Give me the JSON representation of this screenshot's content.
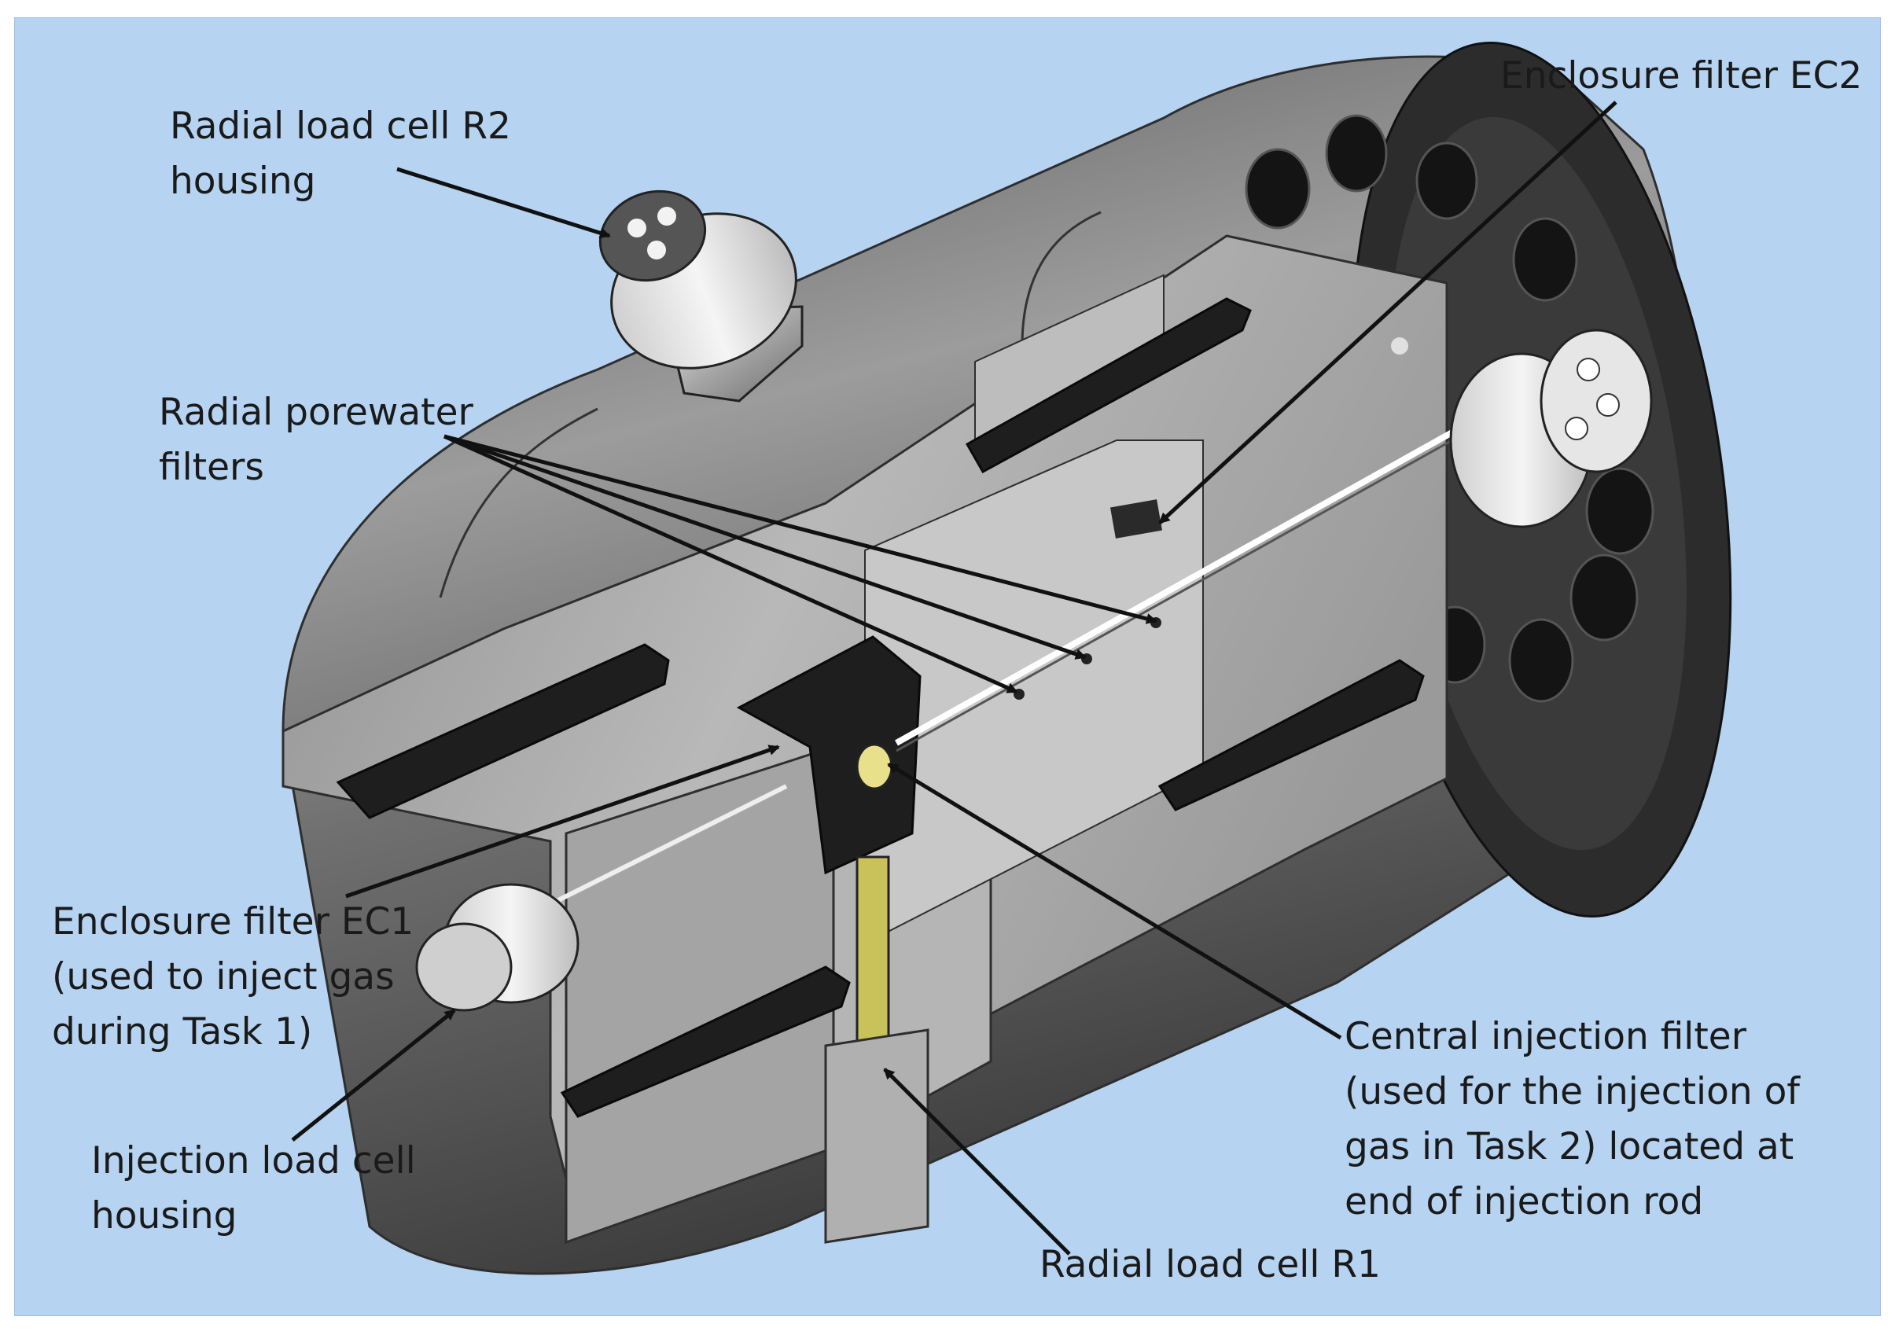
{
  "colors": {
    "background": "#b6d4f2",
    "steel_light": "#d9d9d9",
    "steel_mid": "#9a9a9a",
    "steel_dark": "#4a4a4a",
    "black_part": "#1f1f1f",
    "filter_yellow": "#c9c25a",
    "arrow": "#111111"
  },
  "labels": {
    "radial_r2": [
      "Radial load cell R2",
      "housing"
    ],
    "porewater": [
      "Radial porewater",
      "filters"
    ],
    "ec2": [
      "Enclosure filter EC2"
    ],
    "ec1": [
      "Enclosure filter EC1",
      "(used to inject gas",
      "during Task 1)"
    ],
    "injection_housing": [
      "Injection load cell",
      "housing"
    ],
    "central_filter": [
      "Central injection filter",
      "(used for the injection of",
      "gas in Task 2) located at",
      "end of injection rod"
    ],
    "radial_r1": [
      "Radial load cell R1"
    ]
  }
}
